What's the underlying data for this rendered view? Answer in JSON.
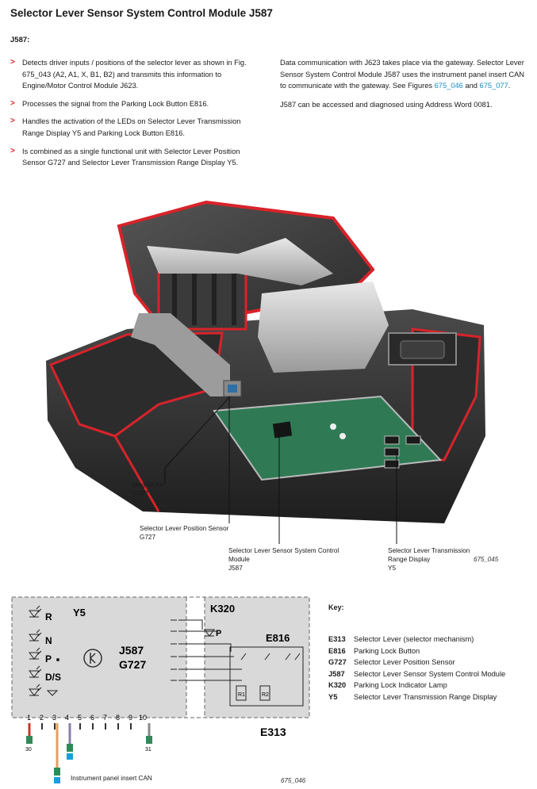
{
  "title": "Selector Lever Sensor System Control Module J587",
  "subtitle": "J587:",
  "bullets": [
    "Detects driver inputs / positions of the selector lever as shown in Fig. 675_043 (A2, A1, X, B1, B2) and transmits this information to Engine/Motor Control Module J623.",
    "Processes the signal from the Parking Lock Button E816.",
    "Handles the activation of the LEDs on Selector Lever Transmission Range Display Y5 and Parking Lock Button E816.",
    "Is combined as a single functional unit with Selector Lever Position Sensor G727 and Selector Lever Transmission Range Display Y5."
  ],
  "right_col": {
    "p1_before": "Data communication with J623 takes place via the gateway. Selector Lever Sensor System Control Module J587 uses the instrument panel insert CAN to communicate with the gateway. See Figures ",
    "link1": "675_046",
    "and": " and ",
    "link2": "675_077",
    "end": ".",
    "p2": "J587 can be accessed and diagnosed using Address Word 0081."
  },
  "photo_labels": {
    "magnet_1": "Magnet for",
    "magnet_2": "G727",
    "pos_1": "Selector Lever Position Sensor",
    "pos_2": "G727",
    "mod_1": "Selector Lever Sensor System Control",
    "mod_2": "Module",
    "mod_3": "J587",
    "disp_1": "Selector Lever Transmission",
    "disp_2": "Range Display",
    "disp_3": "Y5",
    "fig1": "675_045"
  },
  "diagram": {
    "y5": "Y5",
    "k320": "K320",
    "e816": "E816",
    "e313": "E313",
    "j587": "J587",
    "g727": "G727",
    "r": "R",
    "n": "N",
    "p": "P",
    "ds": "D/S",
    "p_lamp": "P",
    "r1": "R1",
    "r2": "R2",
    "pins": [
      "1",
      "2",
      "3",
      "4",
      "5",
      "6",
      "7",
      "8",
      "9",
      "10"
    ],
    "t30": "30",
    "t31": "31",
    "can": "Instrument panel insert CAN",
    "fig2": "675_046"
  },
  "key": {
    "heading": "Key:",
    "rows": [
      {
        "code": "E313",
        "text": "Selector Lever (selector mechanism)"
      },
      {
        "code": "E816",
        "text": "Parking Lock Button"
      },
      {
        "code": "G727",
        "text": "Selector Lever Position Sensor"
      },
      {
        "code": "J587",
        "text": "Selector Lever Sensor System Control Module"
      },
      {
        "code": "K320",
        "text": "Parking Lock Indicator Lamp"
      },
      {
        "code": "Y5",
        "text": "Selector Lever Transmission Range Display"
      }
    ]
  },
  "colors": {
    "accent": "#d8232a",
    "link": "#1a8ac4",
    "diagram_bg": "#d9d9d9"
  }
}
